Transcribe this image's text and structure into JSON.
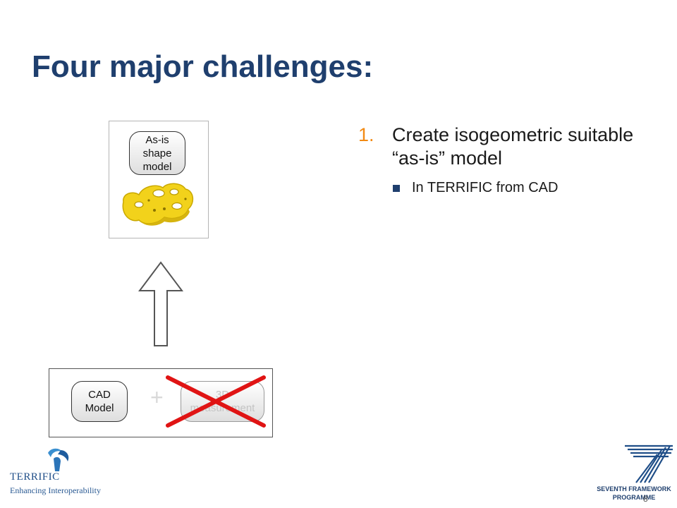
{
  "slide": {
    "title": "Four major challenges:",
    "page_number": "8"
  },
  "diagram": {
    "as_is_label": "As-is shape model",
    "cad_label": "CAD Model",
    "plus_sign": "+",
    "measurement_label": "3D measurement"
  },
  "bullets": {
    "item1_number": "1.",
    "item1_text": "Create isogeometric suitable “as-is” model",
    "item1_sub": "In TERRIFIC from CAD"
  },
  "logos": {
    "terrific_name": "TERRIFIC",
    "terrific_tagline": "Enhancing Interoperability",
    "fp7_line1": "SEVENTH FRAMEWORK",
    "fp7_line2": "PROGRAMME"
  },
  "colors": {
    "title": "#1f3f6e",
    "number": "#f28a13",
    "part_yellow": "#f2d21b",
    "cross_red": "#e01414"
  }
}
